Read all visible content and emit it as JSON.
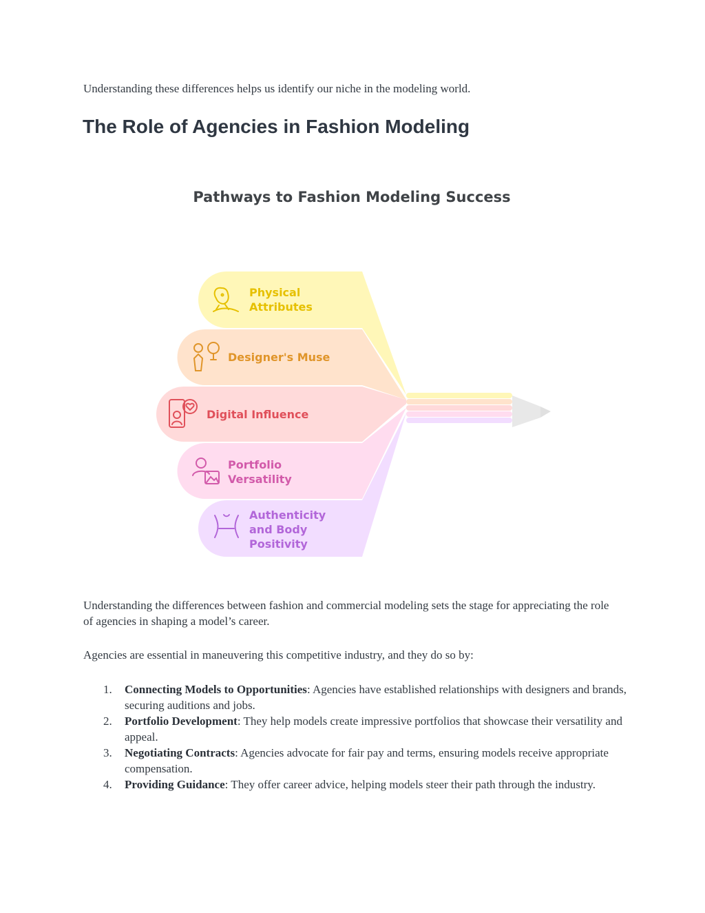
{
  "intro_text": "Understanding these differences helps us identify our niche in the modeling world.",
  "section_heading": "The Role of Agencies in Fashion Modeling",
  "diagram": {
    "title": "Pathways to Fashion Modeling Success",
    "items": [
      {
        "lines": [
          "Physical",
          "Attributes"
        ],
        "icon": "person-profile-icon",
        "fill": "#fff7b8",
        "text_color": "#e6c000"
      },
      {
        "lines": [
          "Designer's Muse"
        ],
        "icon": "designer-muse-icon",
        "fill": "#ffe3cc",
        "text_color": "#e0952a"
      },
      {
        "lines": [
          "Digital Influence"
        ],
        "icon": "phone-heart-icon",
        "fill": "#ffdada",
        "text_color": "#e0505a"
      },
      {
        "lines": [
          "Portfolio",
          "Versatility"
        ],
        "icon": "portfolio-photo-icon",
        "fill": "#ffdcef",
        "text_color": "#d25aaa"
      },
      {
        "lines": [
          "Authenticity",
          "and Body",
          "Positivity"
        ],
        "icon": "body-figure-icon",
        "fill": "#f2ddff",
        "text_color": "#b266d9"
      }
    ]
  },
  "paragraph_1": "Understanding the differences between fashion and commercial modeling sets the stage for appreciating the role of agencies in shaping a model’s career.",
  "paragraph_2": "Agencies are essential in maneuvering this competitive industry, and they do so by:",
  "list": [
    {
      "num": "1.",
      "title": "Connecting Models to Opportunities",
      "text": ": Agencies have established relationships with designers and brands, securing auditions and jobs."
    },
    {
      "num": "2.",
      "title": "Portfolio Development",
      "text": ": They help models create impressive portfolios that showcase their versatility and appeal."
    },
    {
      "num": "3.",
      "title": "Negotiating Contracts",
      "text": ": Agencies advocate for fair pay and terms, ensuring models receive appropriate compensation."
    },
    {
      "num": "4.",
      "title": "Providing Guidance",
      "text": ": They offer career advice, helping models steer their path through the industry."
    }
  ]
}
